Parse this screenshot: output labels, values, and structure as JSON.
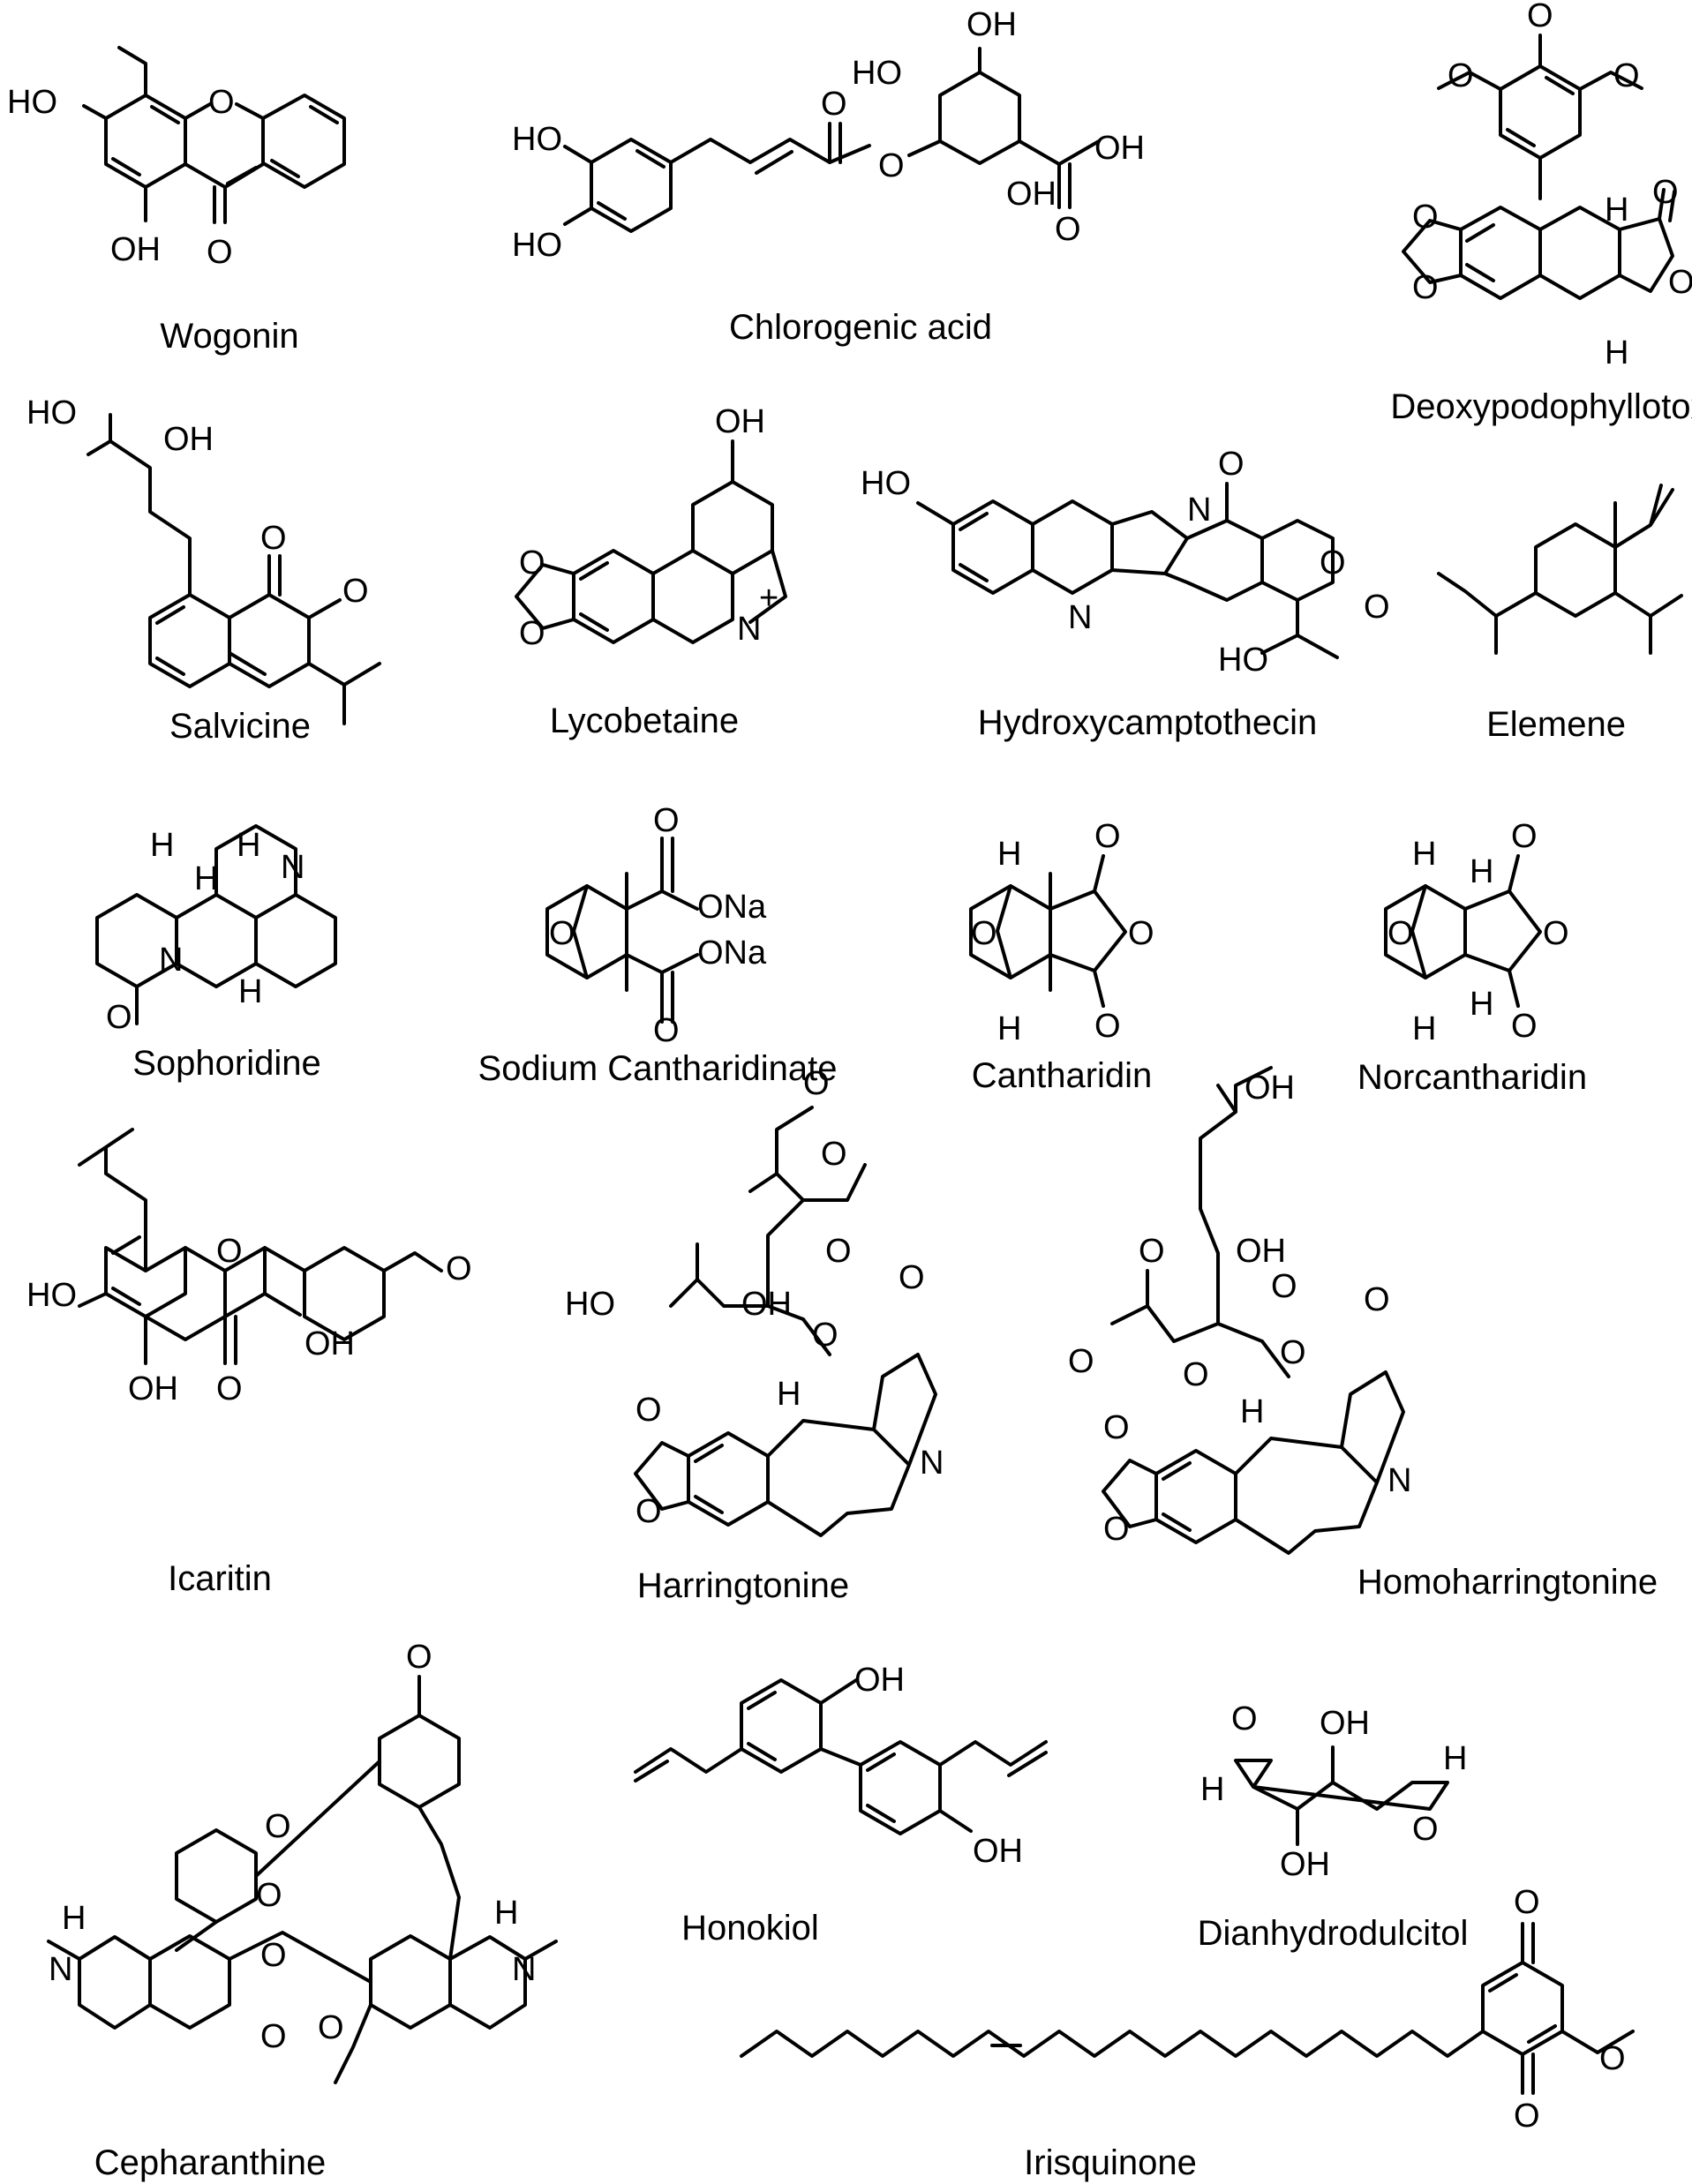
{
  "compounds": [
    {
      "name": "Wogonin",
      "atoms": [
        "O",
        "HO",
        "OH",
        "O"
      ]
    },
    {
      "name": "Chlorogenic acid",
      "atoms": [
        "HO",
        "HO",
        "O",
        "O",
        "OH",
        "HO",
        "OH",
        "OH",
        "O"
      ]
    },
    {
      "name": "Deoxypodophyllotoxin",
      "atoms": [
        "O",
        "O",
        "O",
        "O",
        "O",
        "O",
        "O",
        "H",
        "H"
      ]
    },
    {
      "name": "Salvicine",
      "atoms": [
        "HO",
        "OH",
        "O",
        "O"
      ]
    },
    {
      "name": "Lycobetaine",
      "atoms": [
        "OH",
        "O",
        "O",
        "N",
        "+"
      ]
    },
    {
      "name": "Hydroxycamptothecin",
      "atoms": [
        "HO",
        "N",
        "N",
        "O",
        "O",
        "O",
        "HO"
      ]
    },
    {
      "name": "Elemene",
      "atoms": []
    },
    {
      "name": "Sophoridine",
      "atoms": [
        "H",
        "H",
        "H",
        "N",
        "N",
        "H",
        "O"
      ]
    },
    {
      "name": "Sodium Cantharidinate",
      "atoms": [
        "O",
        "ONa",
        "ONa",
        "O",
        "O"
      ]
    },
    {
      "name": "Cantharidin",
      "atoms": [
        "H",
        "O",
        "O",
        "O",
        "O",
        "H"
      ]
    },
    {
      "name": "Norcantharidin",
      "atoms": [
        "H",
        "H",
        "O",
        "O",
        "O",
        "O",
        "H",
        "H"
      ]
    },
    {
      "name": "Icaritin",
      "atoms": [
        "HO",
        "O",
        "O",
        "OH",
        "OH",
        "O"
      ]
    },
    {
      "name": "Harringtonine",
      "atoms": [
        "O",
        "O",
        "HO",
        "OH",
        "O",
        "O",
        "O",
        "H",
        "O",
        "O",
        "N"
      ]
    },
    {
      "name": "Homoharringtonine",
      "atoms": [
        "OH",
        "OH",
        "O",
        "O",
        "O",
        "O",
        "O",
        "O",
        "H",
        "O",
        "O",
        "N"
      ]
    },
    {
      "name": "Cepharanthine",
      "atoms": [
        "O",
        "O",
        "H",
        "H",
        "N",
        "N",
        "O",
        "O",
        "O",
        "O"
      ]
    },
    {
      "name": "Honokiol",
      "atoms": [
        "OH",
        "OH"
      ]
    },
    {
      "name": "Dianhydrodulcitol",
      "atoms": [
        "OH",
        "O",
        "H",
        "H",
        "OH",
        "O"
      ]
    },
    {
      "name": "Irisquinone",
      "atoms": [
        "O",
        "O",
        "O"
      ]
    }
  ]
}
